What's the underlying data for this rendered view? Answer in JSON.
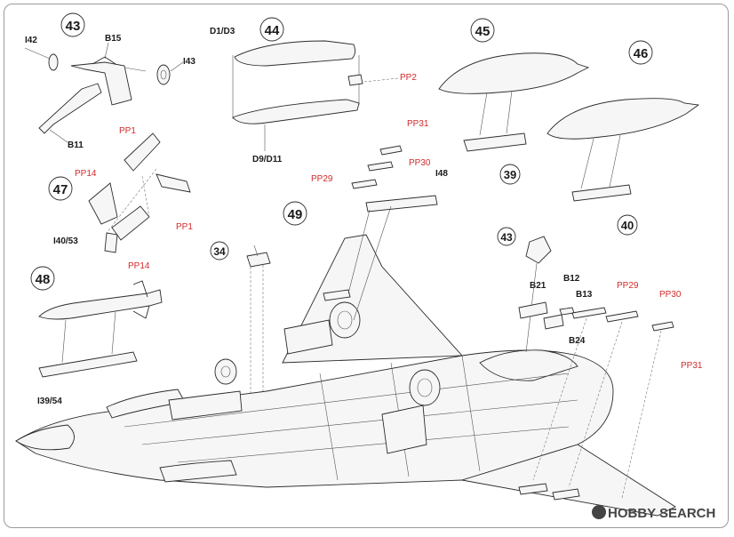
{
  "steps": [
    {
      "num": "43"
    },
    {
      "num": "44"
    },
    {
      "num": "45"
    },
    {
      "num": "46"
    },
    {
      "num": "47"
    },
    {
      "num": "49"
    },
    {
      "num": "48"
    },
    {
      "num": "34"
    },
    {
      "num": "43"
    },
    {
      "num": "39"
    },
    {
      "num": "40"
    }
  ],
  "labels": {
    "i42": "I42",
    "b15": "B15",
    "i43": "I43",
    "b11": "B11",
    "d1d3": "D1/D3",
    "d9d11": "D9/D11",
    "pp2": "PP2",
    "pp1_a": "PP1",
    "pp14_a": "PP14",
    "pp1_b": "PP1",
    "pp14_b": "PP14",
    "i40_53": "I40/53",
    "pp31_a": "PP31",
    "pp30_a": "PP30",
    "pp29_a": "PP29",
    "i48": "I48",
    "b12": "B12",
    "b21": "B21",
    "b13": "B13",
    "b24": "B24",
    "pp29_b": "PP29",
    "pp30_b": "PP30",
    "pp31_b": "PP31",
    "i39_54": "I39/54"
  },
  "watermark": {
    "brand": "HOBBY",
    "word": "SEARCH"
  },
  "colors": {
    "ink": "#2b2b2b",
    "callout": "#d42a2a",
    "frame": "#9a9a9a"
  }
}
